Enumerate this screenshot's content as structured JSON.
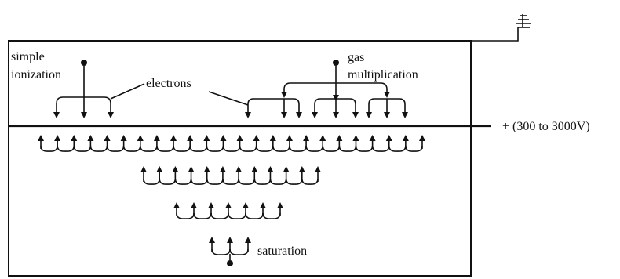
{
  "labels": {
    "simple_line1": "simple",
    "simple_line2": "ionization",
    "electrons": "electrons",
    "gas_line1": "gas",
    "gas_line2": "multiplication",
    "voltage": "+ (300 to 3000V)",
    "saturation": "saturation"
  },
  "colors": {
    "ink": "#111111",
    "background": "#ffffff"
  },
  "icons": {
    "ground": "ground-symbol-icon",
    "ion_origin": "filled-dot-icon"
  },
  "cascade_rows": [
    {
      "row": 1,
      "upward_arrows": 24
    },
    {
      "row": 2,
      "upward_arrows": 12
    },
    {
      "row": 3,
      "upward_arrows": 7
    },
    {
      "row": 4,
      "upward_arrows": 3
    }
  ]
}
